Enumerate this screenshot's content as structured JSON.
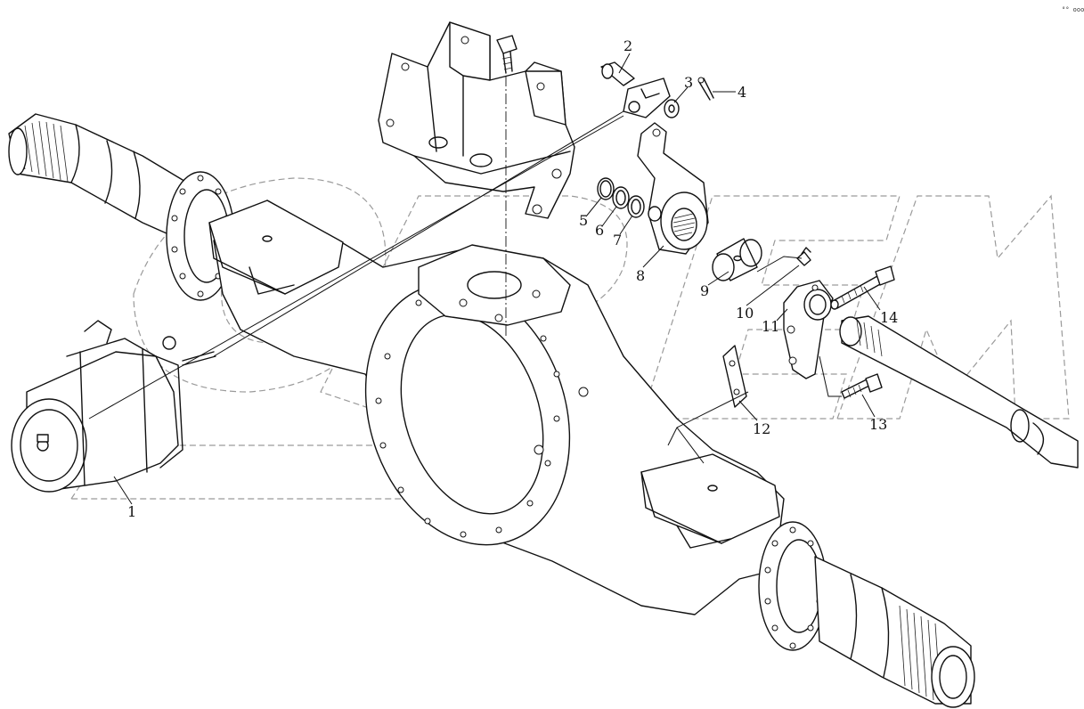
{
  "diagram": {
    "type": "exploded-parts-diagram",
    "corner_mark": "°° ooo",
    "colors": {
      "line": "#111111",
      "watermark": "#9a9a9a",
      "background": "#ffffff"
    },
    "callouts": [
      {
        "id": "1",
        "label": "1"
      },
      {
        "id": "2",
        "label": "2"
      },
      {
        "id": "3",
        "label": "3"
      },
      {
        "id": "4",
        "label": "4"
      },
      {
        "id": "5",
        "label": "5"
      },
      {
        "id": "6",
        "label": "6"
      },
      {
        "id": "7",
        "label": "7"
      },
      {
        "id": "8",
        "label": "8"
      },
      {
        "id": "9",
        "label": "9"
      },
      {
        "id": "10",
        "label": "10"
      },
      {
        "id": "11",
        "label": "11"
      },
      {
        "id": "12",
        "label": "12"
      },
      {
        "id": "13",
        "label": "13"
      },
      {
        "id": "14",
        "label": "14"
      }
    ]
  }
}
